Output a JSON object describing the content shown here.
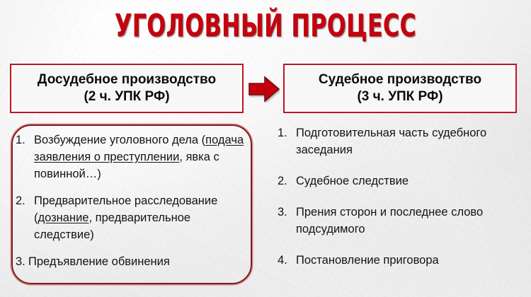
{
  "slide": {
    "title": "УГОЛОВНЫЙ ПРОЦЕСС",
    "background_color": "#f4f4f4",
    "accent_color": "#c3040f",
    "frame_color": "#7c1e1e",
    "text_color": "#141414"
  },
  "columns": {
    "left": {
      "header_title": "Досудебное производство",
      "header_subtitle": "(2 ч. УПК РФ)",
      "header_text": "Досудебное производство\n(2 ч. УПК РФ)",
      "items": [
        {
          "number": "1.",
          "text_before": "Возбуждение уголовного дела (",
          "text_underlined": "подача заявления о преступлении",
          "text_after": ", явка с повинной…)",
          "full_text": "Возбуждение уголовного дела (подача заявления о преступлении, явка с повинной…)"
        },
        {
          "number": "2.",
          "text_before": "Предварительное расследование (",
          "text_underlined": "дознание",
          "text_after": ", предварительное следствие)",
          "full_text": "Предварительное расследование (дознание, предварительное следствие)"
        },
        {
          "number": "3.",
          "text_before": "Предъявление обвинения",
          "text_underlined": "",
          "text_after": "",
          "full_text": "Предъявление обвинения"
        }
      ]
    },
    "right": {
      "header_title": "Судебное производство",
      "header_subtitle": "(3 ч. УПК РФ)",
      "header_text": "Судебное производство\n(3 ч. УПК РФ)",
      "items": [
        {
          "number": "1.",
          "text": "Подготовительная часть судебного заседания"
        },
        {
          "number": "2.",
          "text": "Судебное следствие"
        },
        {
          "number": "3.",
          "text": "Прения сторон и последнее слово подсудимого"
        },
        {
          "number": "4.",
          "text": "Постановление приговора"
        }
      ]
    }
  },
  "arrow": {
    "name": "right-arrow",
    "direction": "right",
    "fill_color": "#c5040f",
    "stroke_color": "#7a0a0a"
  }
}
